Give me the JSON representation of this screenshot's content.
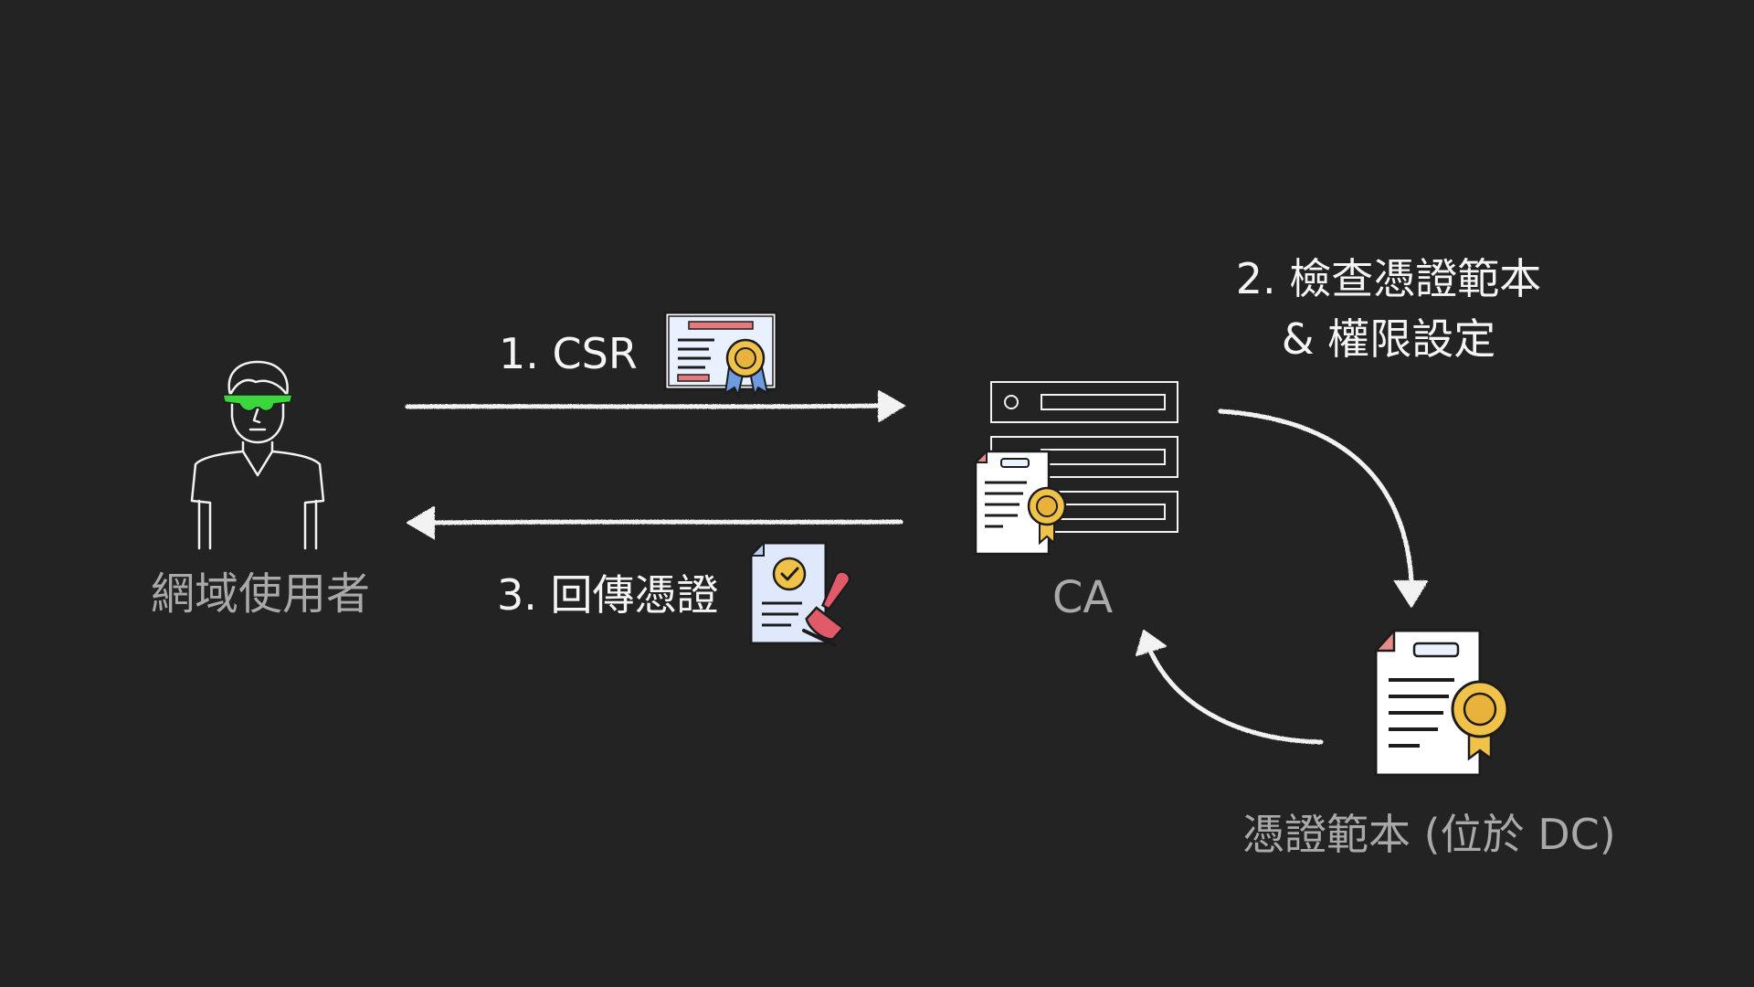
{
  "diagram": {
    "nodes": {
      "user": {
        "label": "網域使用者",
        "icon": "user-with-green-sunglasses-icon"
      },
      "ca": {
        "label": "CA",
        "icon": "server-with-certificate-icon"
      },
      "template": {
        "label": "憑證範本 (位於 DC)",
        "icon": "certificate-document-icon"
      }
    },
    "steps": {
      "step1": {
        "label": "1. CSR",
        "icon": "certificate-request-icon"
      },
      "step2": {
        "line1": "2. 檢查憑證範本",
        "line2": "& 權限設定"
      },
      "step3": {
        "label": "3. 回傳憑證",
        "icon": "approved-document-stamp-icon"
      }
    },
    "colors": {
      "background": "#232323",
      "stroke": "#f2f2f2",
      "label_grey": "#a9a9a9",
      "glasses_green": "#3bd63b",
      "ribbon_gold": "#f0c24a",
      "stamp_red": "#e05a6a",
      "doc_blue": "#dfe9fb"
    }
  }
}
